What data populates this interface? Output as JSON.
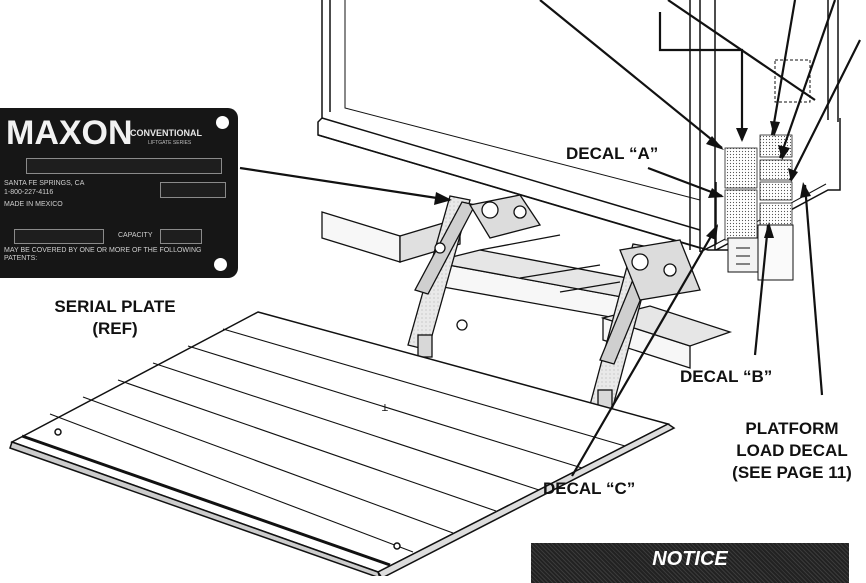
{
  "serial_plate": {
    "brand": "MAXON",
    "brand_suffix": "CONVENTIONAL",
    "brand_subline": "LIFTGATE SERIES",
    "line_address": "SANTA FE SPRINGS, CA",
    "line_phone": "1-800-227-4116",
    "line_made": "MADE IN MEXICO",
    "label_capacity": "CAPACITY",
    "line_patent": "MAY BE COVERED BY ONE OR MORE OF THE FOLLOWING",
    "line_patent2": "PATENTS:"
  },
  "labels": {
    "serial_plate": [
      "SERIAL PLATE",
      "(REF)"
    ],
    "decal_a": "DECAL “A”",
    "decal_b": "DECAL “B”",
    "decal_c": "DECAL “C”",
    "platform_load": [
      "PLATFORM",
      "LOAD DECAL",
      "(SEE PAGE 11)"
    ]
  },
  "notice": "NOTICE"
}
